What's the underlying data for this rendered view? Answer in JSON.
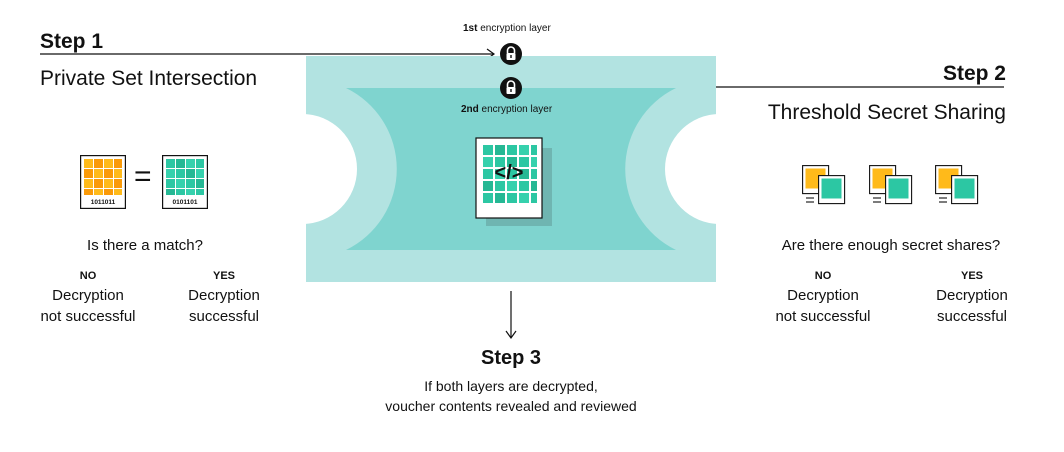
{
  "colors": {
    "teal_light": "#b2e3e1",
    "teal_mid": "#7fd4cf",
    "teal_dark": "#2cc7a3",
    "teal_shadow": "#6fb5b1",
    "yellow": "#ffba1a",
    "orange": "#fa9a08",
    "ink": "#111111"
  },
  "step1": {
    "title": "Step 1",
    "subtitle": "Private Set Intersection",
    "question": "Is there a match?",
    "tile_left_code": "1011011",
    "tile_right_code": "0101101",
    "equals": "=",
    "no": {
      "head": "NO",
      "line1": "Decryption",
      "line2": "not successful"
    },
    "yes": {
      "head": "YES",
      "line1": "Decryption",
      "line2": "successful"
    }
  },
  "step2": {
    "title": "Step 2",
    "subtitle": "Threshold Secret Sharing",
    "question": "Are there enough secret shares?",
    "no": {
      "head": "NO",
      "line1": "Decryption",
      "line2": "not successful"
    },
    "yes": {
      "head": "YES",
      "line1": "Decryption",
      "line2": "successful"
    }
  },
  "layers": {
    "first": {
      "bold": "1st",
      "rest": " encryption layer"
    },
    "second": {
      "bold": "2nd",
      "rest": " encryption layer"
    }
  },
  "voucher": {
    "code_symbol": "</>"
  },
  "step3": {
    "title": "Step 3",
    "line1": "If both layers are decrypted,",
    "line2": "voucher contents revealed and reviewed"
  },
  "icons": [
    "lock-icon",
    "code-icon",
    "equals-icon",
    "arrow-right-icon",
    "arrow-left-icon",
    "arrow-down-icon"
  ]
}
